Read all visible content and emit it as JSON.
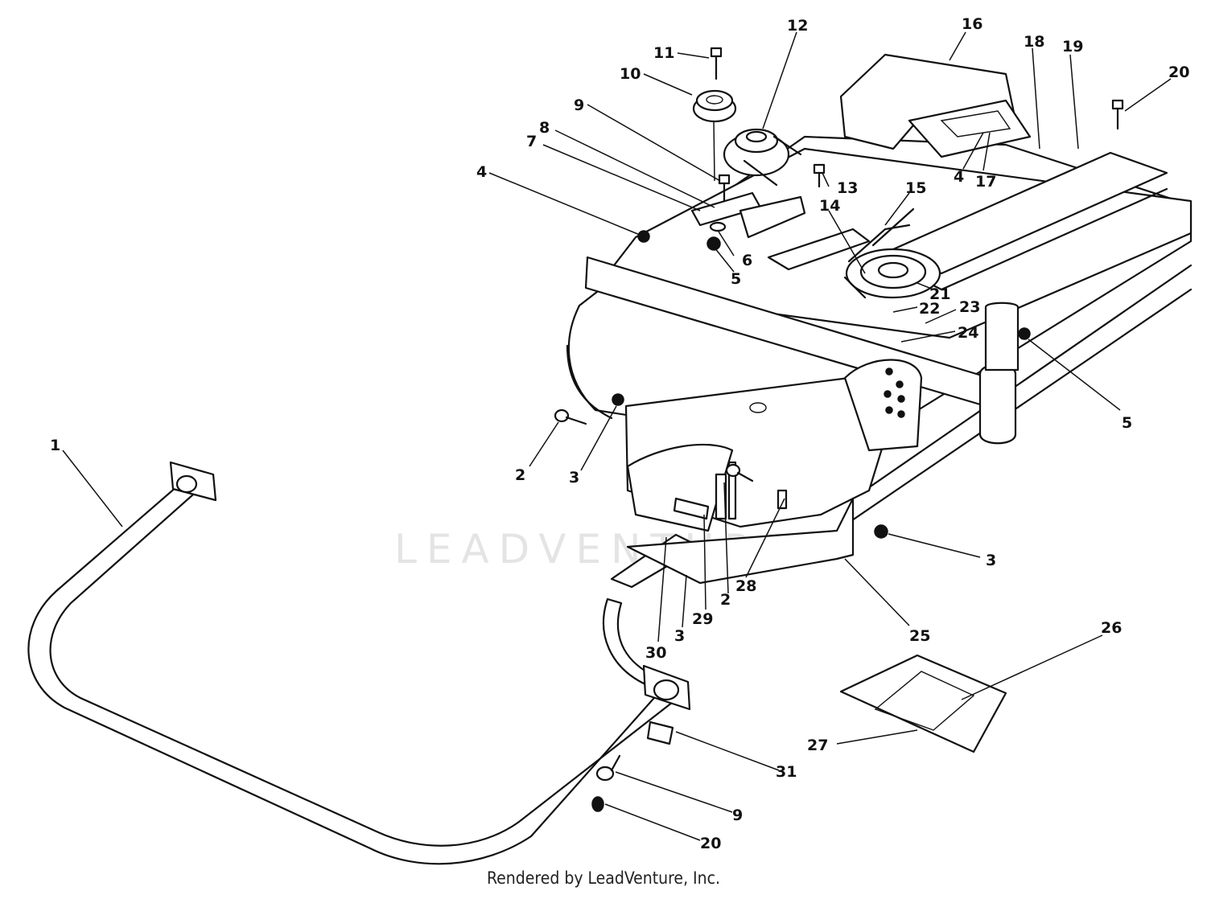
{
  "watermark": "LEADVENTURE",
  "footer": "Rendered by LeadVenture, Inc.",
  "callouts": [
    {
      "id": "c1",
      "label": "1"
    },
    {
      "id": "c2a",
      "label": "2"
    },
    {
      "id": "c2b",
      "label": "2"
    },
    {
      "id": "c3a",
      "label": "3"
    },
    {
      "id": "c3b",
      "label": "3"
    },
    {
      "id": "c3c",
      "label": "3"
    },
    {
      "id": "c4a",
      "label": "4"
    },
    {
      "id": "c4b",
      "label": "4"
    },
    {
      "id": "c5a",
      "label": "5"
    },
    {
      "id": "c5b",
      "label": "5"
    },
    {
      "id": "c6",
      "label": "6"
    },
    {
      "id": "c7",
      "label": "7"
    },
    {
      "id": "c8",
      "label": "8"
    },
    {
      "id": "c9a",
      "label": "9"
    },
    {
      "id": "c9b",
      "label": "9"
    },
    {
      "id": "c10",
      "label": "10"
    },
    {
      "id": "c11",
      "label": "11"
    },
    {
      "id": "c12",
      "label": "12"
    },
    {
      "id": "c13",
      "label": "13"
    },
    {
      "id": "c14",
      "label": "14"
    },
    {
      "id": "c15",
      "label": "15"
    },
    {
      "id": "c16",
      "label": "16"
    },
    {
      "id": "c17",
      "label": "17"
    },
    {
      "id": "c18",
      "label": "18"
    },
    {
      "id": "c19",
      "label": "19"
    },
    {
      "id": "c20a",
      "label": "20"
    },
    {
      "id": "c20b",
      "label": "20"
    },
    {
      "id": "c21",
      "label": "21"
    },
    {
      "id": "c22",
      "label": "22"
    },
    {
      "id": "c23",
      "label": "23"
    },
    {
      "id": "c24",
      "label": "24"
    },
    {
      "id": "c25",
      "label": "25"
    },
    {
      "id": "c26",
      "label": "26"
    },
    {
      "id": "c27",
      "label": "27"
    },
    {
      "id": "c28",
      "label": "28"
    },
    {
      "id": "c29",
      "label": "29"
    },
    {
      "id": "c30",
      "label": "30"
    },
    {
      "id": "c31",
      "label": "31"
    }
  ]
}
